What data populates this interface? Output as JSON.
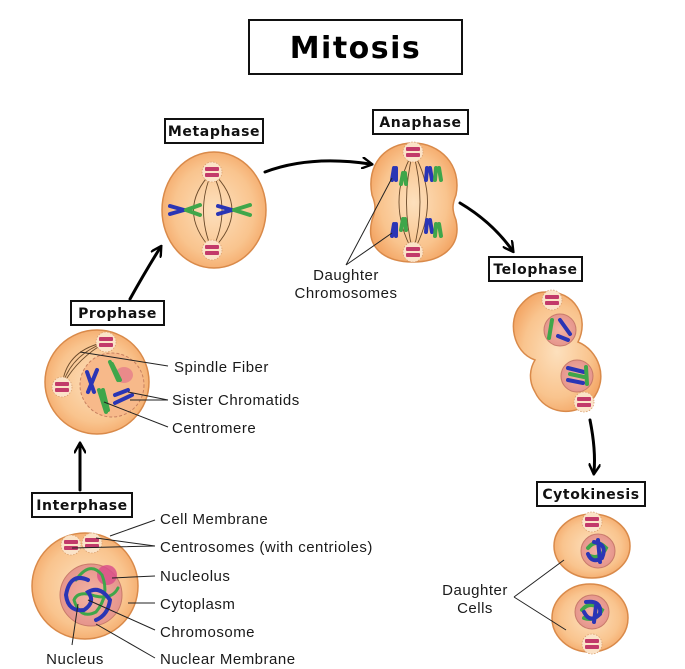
{
  "title": "Mitosis",
  "colors": {
    "cell_fill": "#f8c08a",
    "cell_edge": "#d98a4a",
    "nucleus_fill": "#e99a8c",
    "nucleolus": "#d9508a",
    "centrosome": "#c23a6a",
    "chromosome_blue": "#2a35b5",
    "chromosome_green": "#3fa64a"
  },
  "stages": {
    "interphase": "Interphase",
    "prophase": "Prophase",
    "metaphase": "Metaphase",
    "anaphase": "Anaphase",
    "telophase": "Telophase",
    "cytokinesis": "Cytokinesis"
  },
  "labels": {
    "spindle_fiber": "Spindle Fiber",
    "sister_chromatids": "Sister Chromatids",
    "centromere": "Centromere",
    "daughter_chromosomes_1": "Daughter",
    "daughter_chromosomes_2": "Chromosomes",
    "cell_membrane": "Cell Membrane",
    "centrosomes": "Centrosomes (with centrioles)",
    "nucleolus": "Nucleolus",
    "cytoplasm": "Cytoplasm",
    "chromosome": "Chromosome",
    "nucleus": "Nucleus",
    "nuclear_membrane": "Nuclear Membrane",
    "daughter_cells_1": "Daughter",
    "daughter_cells_2": "Cells"
  }
}
